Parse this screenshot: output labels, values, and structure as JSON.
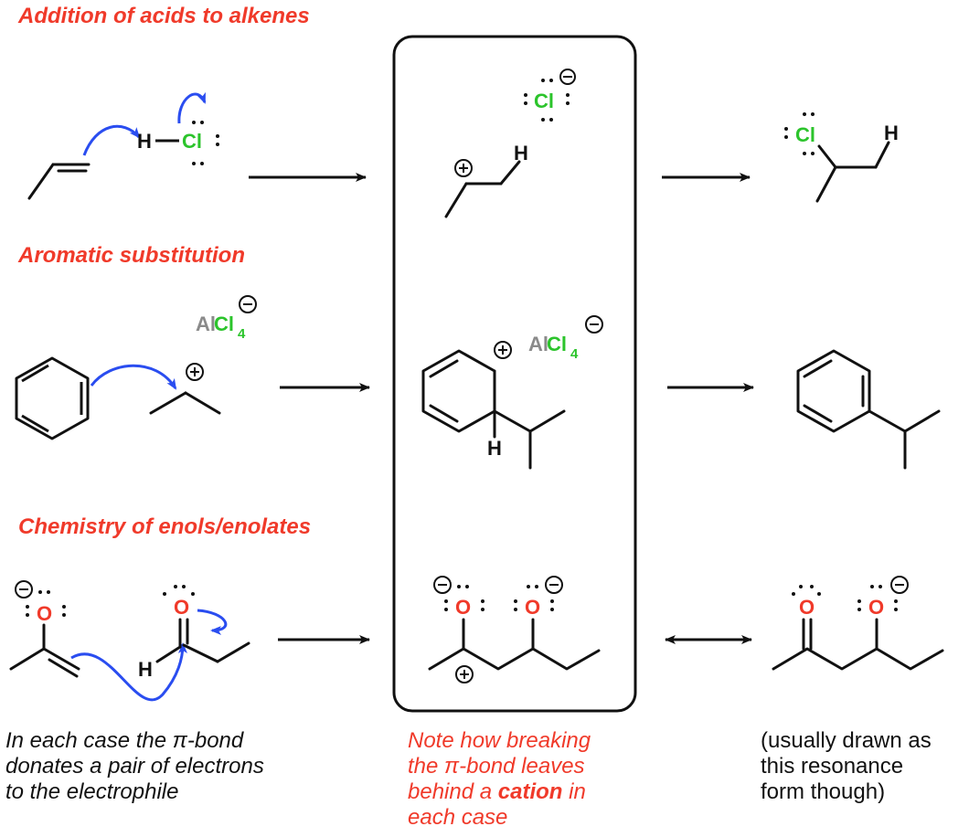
{
  "headings": {
    "acids_alkenes": "Addition of acids to alkenes",
    "aromatic": "Aromatic substitution",
    "enols": "Chemistry of enols/enolates"
  },
  "atoms": {
    "H": "H",
    "Cl": "Cl",
    "O": "O",
    "Al": "Al",
    "sub4": "4",
    "plus": "+",
    "minus": "−"
  },
  "captions": {
    "left": [
      "In each case the π-bond",
      "donates a pair of electrons",
      "to the electrophile"
    ],
    "middle": {
      "line1": "Note how breaking",
      "line2": "the π-bond leaves",
      "line3_pre": "behind a ",
      "line3_bold": "cation",
      "line3_post": " in",
      "line4": "each case"
    },
    "right": [
      "(usually drawn as",
      "this resonance",
      "form though)"
    ]
  },
  "colors": {
    "heading": "#f03a2a",
    "chlorine": "#2cc42c",
    "oxygen": "#f03a2a",
    "aluminum": "#8a8a8a",
    "arrow_blue": "#2a4df0",
    "bond": "#111111"
  }
}
